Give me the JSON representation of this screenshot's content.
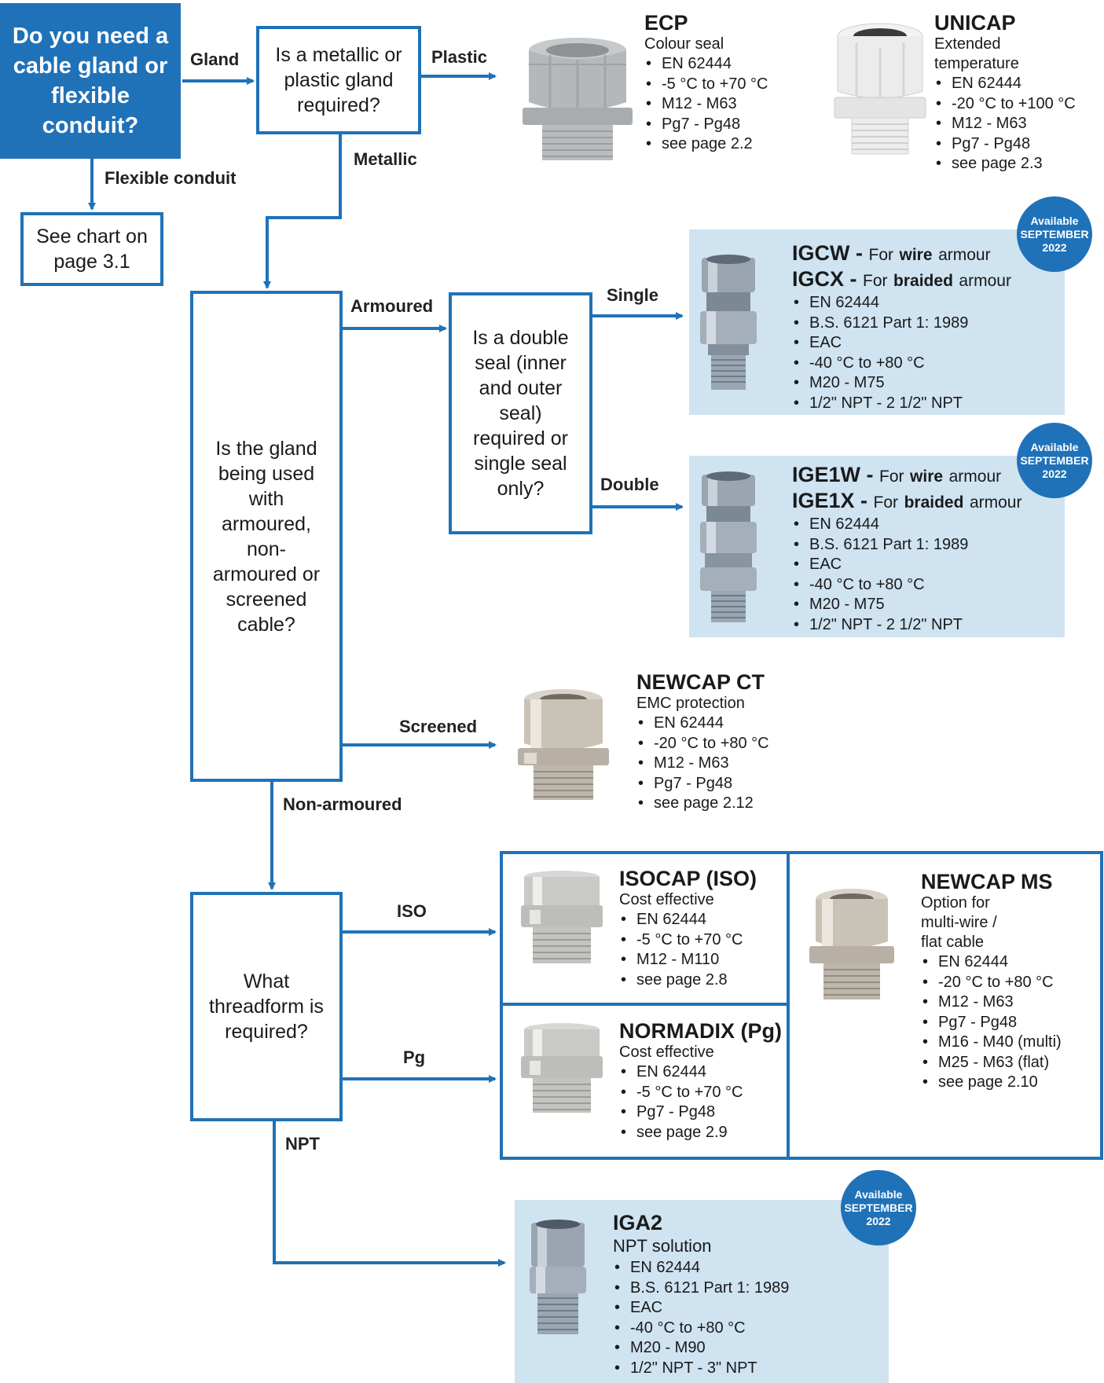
{
  "start": {
    "text": "Do you need a cable gland or flexible conduit?"
  },
  "questions": {
    "material": "Is a metallic or plastic gland required?",
    "cable": "Is the gland being used with armoured, non-armoured or screened cable?",
    "seal": "Is a double seal (inner and outer seal) required or single seal only?",
    "thread": "What threadform is required?"
  },
  "see_chart": "See chart on page 3.1",
  "edges": {
    "gland": "Gland",
    "flexible": "Flexible conduit",
    "plastic": "Plastic",
    "metallic": "Metallic",
    "armoured": "Armoured",
    "single": "Single",
    "double": "Double",
    "screened": "Screened",
    "non_armoured": "Non-armoured",
    "iso": "ISO",
    "pg": "Pg",
    "npt": "NPT"
  },
  "badge": {
    "line1": "Available",
    "line2": "SEPTEMBER",
    "line3": "2022"
  },
  "products": {
    "ecp": {
      "name": "ECP",
      "subtitle": "Colour seal",
      "specs": [
        "EN 62444",
        "-5 °C to +70 °C",
        "M12 - M63",
        "Pg7 - Pg48",
        "see page 2.2"
      ]
    },
    "unicap": {
      "name": "UNICAP",
      "subtitle1": "Extended",
      "subtitle2": "temperature",
      "specs": [
        "EN 62444",
        "-20 °C to +100 °C",
        "M12 - M63",
        "Pg7 - Pg48",
        "see page 2.3"
      ]
    },
    "igcw": {
      "name1": "IGCW -",
      "for1": "For",
      "bold1": "wire",
      "tail1": "armour",
      "name2": "IGCX -",
      "for2": "For",
      "bold2": "braided",
      "tail2": "armour",
      "specs": [
        "EN 62444",
        "B.S. 6121 Part 1: 1989",
        "EAC",
        "-40 °C to +80 °C",
        "M20 - M75",
        "1/2\" NPT - 2 1/2\" NPT"
      ]
    },
    "ige1w": {
      "name1": "IGE1W -",
      "for1": "For",
      "bold1": "wire",
      "tail1": "armour",
      "name2": "IGE1X -",
      "for2": "For",
      "bold2": "braided",
      "tail2": "armour",
      "specs": [
        "EN 62444",
        "B.S. 6121 Part 1: 1989",
        "EAC",
        "-40 °C to +80 °C",
        "M20 - M75",
        "1/2\" NPT - 2 1/2\" NPT"
      ]
    },
    "newcap_ct": {
      "name": "NEWCAP CT",
      "subtitle": "EMC protection",
      "specs": [
        "EN 62444",
        "-20 °C to +80 °C",
        "M12 - M63",
        "Pg7 - Pg48",
        "see page 2.12"
      ]
    },
    "isocap": {
      "name": "ISOCAP (ISO)",
      "subtitle": "Cost effective",
      "specs": [
        "EN 62444",
        "-5 °C to +70 °C",
        "M12 - M110",
        "see page 2.8"
      ]
    },
    "normadix": {
      "name": "NORMADIX (Pg)",
      "subtitle": "Cost effective",
      "specs": [
        "EN 62444",
        "-5 °C to +70 °C",
        "Pg7 - Pg48",
        "see page 2.9"
      ]
    },
    "newcap_ms": {
      "name": "NEWCAP MS",
      "subtitle1": "Option for",
      "subtitle2": "multi-wire /",
      "subtitle3": "flat cable",
      "specs": [
        "EN 62444",
        "-20 °C to +80 °C",
        "M12 - M63",
        "Pg7 - Pg48",
        "M16 - M40 (multi)",
        "M25 - M63 (flat)",
        "see page 2.10"
      ]
    },
    "iga2": {
      "name": "IGA2",
      "subtitle": "NPT solution",
      "specs": [
        "EN 62444",
        "B.S. 6121 Part 1: 1989",
        "EAC",
        "-40 °C to +80 °C",
        "M20 - M90",
        "1/2\" NPT - 3\" NPT"
      ]
    }
  },
  "colors": {
    "accent": "#1f72b8",
    "panel": "#cfe3f1",
    "metal": "#b8bcc2",
    "plastic_grey": "#b5b8ba",
    "plastic_white": "#eeeeee"
  }
}
